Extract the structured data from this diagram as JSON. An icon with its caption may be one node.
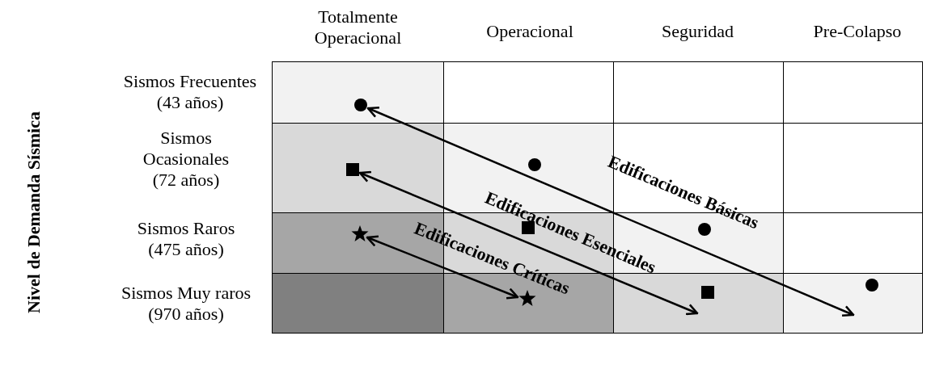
{
  "diagram": {
    "nodes": [
      {
        "text": [],
        "shape": "circle"
      },
      {
        "text": [],
        "shape": "circle"
      },
      {
        "text": [],
        "shape": "circle"
      },
      {
        "text": [],
        "shape": "circle"
      },
      {
        "text": [],
        "shape": "box"
      },
      {
        "text": [],
        "shape": "box"
      },
      {
        "text": [],
        "shape": "box"
      },
      {
        "text": [],
        "shape": "star"
      },
      {
        "text": [],
        "shape": "star"
      }
    ],
    "edges": [
      {
        "from": 0,
        "to": 3,
        "arrow": "both",
        "label": "Edificaciones Básicas"
      },
      {
        "from": 4,
        "to": 6,
        "arrow": "both",
        "label": "Edificaciones Esenciales"
      },
      {
        "from": 7,
        "to": 8,
        "arrow": "both",
        "label": "Edificaciones Críticas"
      }
    ],
    "labels": [
      "Totalmente Operacional",
      "Operacional",
      "Seguridad",
      "Pre-Colapso",
      "Nivel de Demanda Sísmica",
      "Sismos Frecuentes (43 años)",
      "Sismos Ocasionales (72 años)",
      "Sismos Raros (475 años)",
      "Sismos Muy raros (970 años)"
    ]
  }
}
